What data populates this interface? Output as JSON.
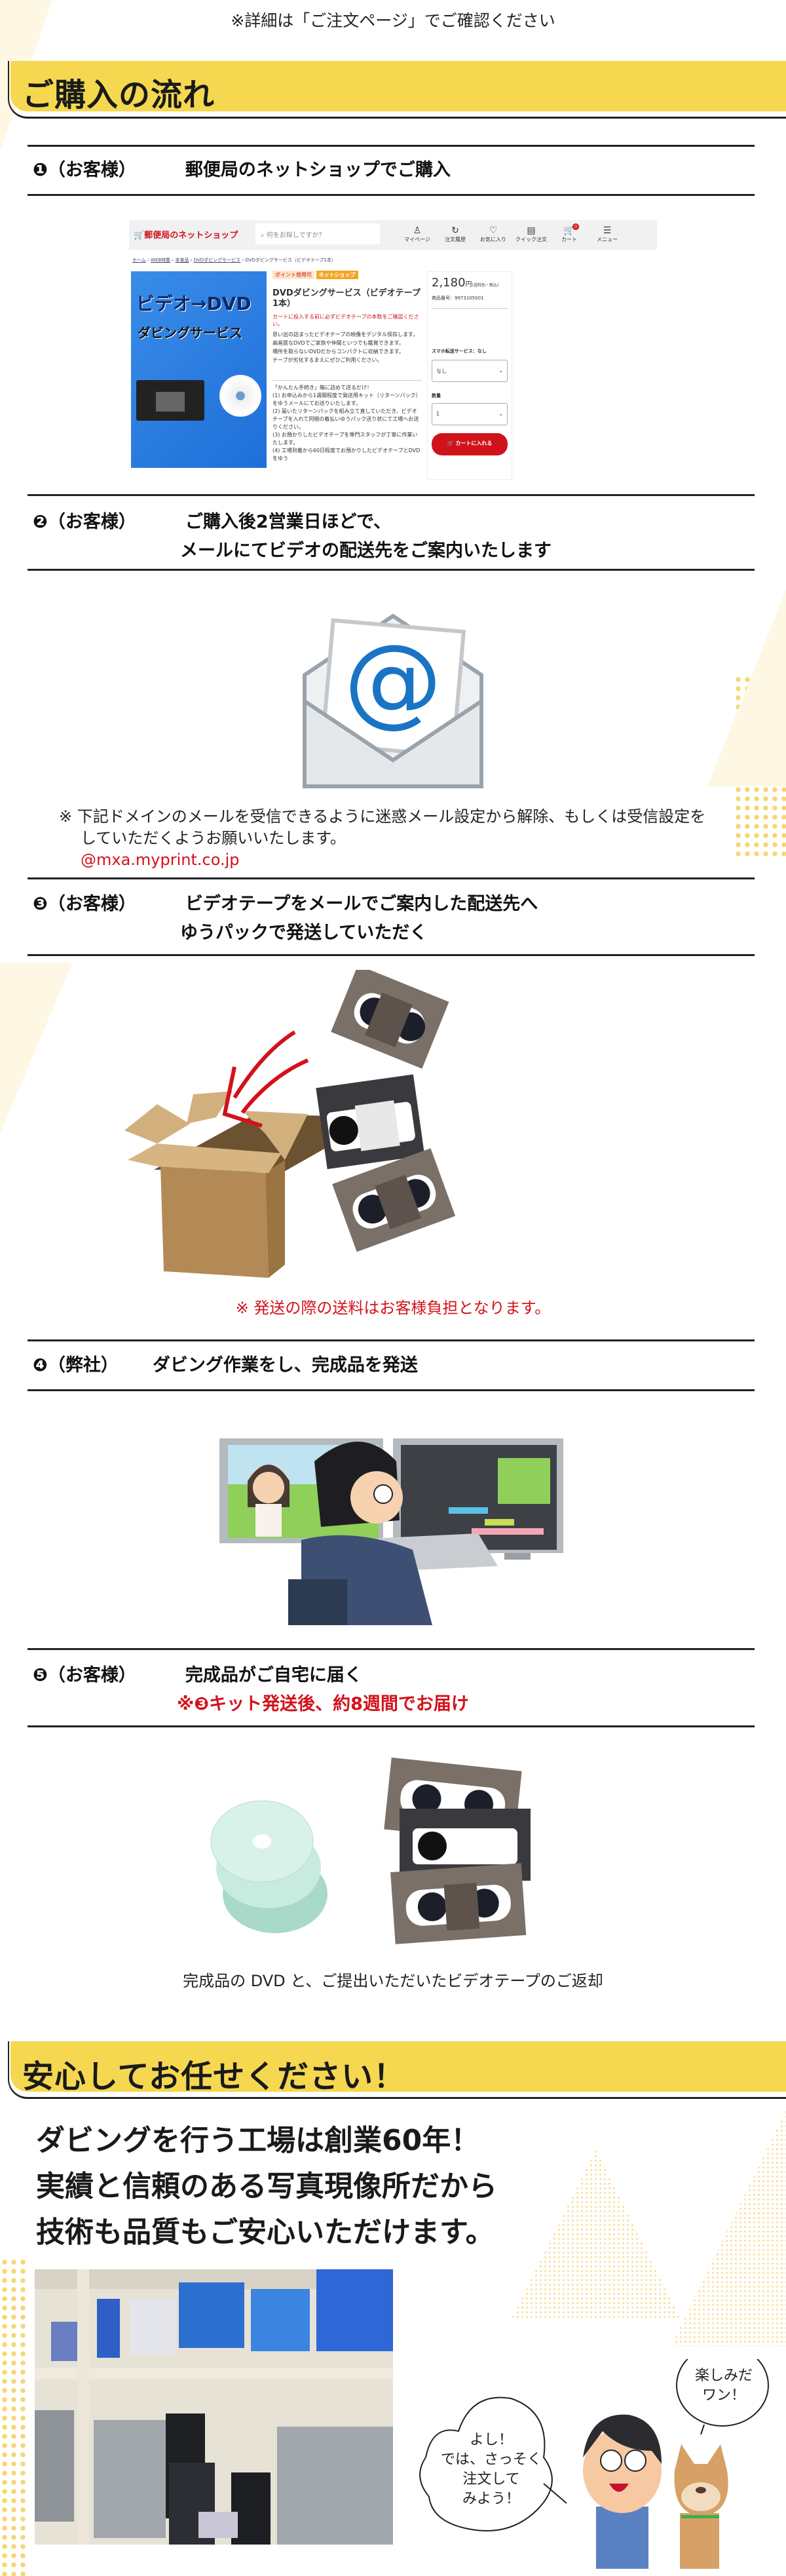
{
  "top_note": "※詳細は「ご注文ページ」でご確認ください",
  "section1": {
    "title": "ご購入の流れ"
  },
  "steps": [
    {
      "num": "❶",
      "who": "（お客様）",
      "lines": [
        "郵便局のネットショップでご購入"
      ]
    },
    {
      "num": "❷",
      "who": "（お客様）",
      "lines": [
        "ご購入後2営業日ほどで、",
        "メールにてビデオの配送先をご案内いたします"
      ]
    },
    {
      "num": "❸",
      "who": "（お客様）",
      "lines": [
        "ビデオテープをメールでご案内した配送先へ",
        "ゆうパックで発送していただく"
      ]
    },
    {
      "num": "❹",
      "who": "（弊社）",
      "lines": [
        "ダビング作業をし、完成品を発送"
      ]
    },
    {
      "num": "❺",
      "who": "（お客様）",
      "lines": [
        "完成品がご自宅に届く",
        "※❸キット発送後、約8週間でお届け"
      ]
    }
  ],
  "shop": {
    "logo": "郵便局のネットショップ",
    "search_placeholder": "何をお探しですか？",
    "nav": [
      "マイページ",
      "注文履歴",
      "お気に入り",
      "クイック注文",
      "カート",
      "メニュー"
    ],
    "cart_count": "0",
    "breadcrumb": [
      "ホーム",
      "WEB特集",
      "非食品",
      "DVDダビングサービス",
      "DVDダビングサービス（ビデオテープ1本）"
    ],
    "hero_title": "ビデオ→DVD",
    "hero_sub": "ダビングサービス",
    "badges": [
      "ポイント使用可",
      "ネットショップ"
    ],
    "product_title": "DVDダビングサービス（ビデオテープ1本）",
    "warning": "カートに投入する前に必ずビデオテープの本数をご確認ください。",
    "desc": [
      "思い出の詰まったビデオテープの映像をデジタル保存します。",
      "高画質なDVDでご家族や仲間といつでも鑑賞できます。",
      "場所を取らないDVDだからコンパクトに収納できます。",
      "テープが劣化するまえにぜひご利用ください。"
    ],
    "steps": [
      "「かんたん手続き」箱に詰めて送るだけ！",
      "(1) お申込みから1週間程度で発送用キット（リターンパック）をゆうメールにてお送りいたします。",
      "(2) 届いたリターンパックを組み立て直していただき、ビデオテープを入れて同梱の着払いゆうパック送り状にて工場へお送りください。",
      "(3) お預かりしたビデオテープを専門スタッフが丁寧に作業いたします。",
      "(4) 工場到着から60日程度でお預かりしたビデオテープとDVDをゆう"
    ],
    "price": "2,180",
    "price_unit": "円",
    "price_note": "(送料別・税込)",
    "product_no": "商品番号：9973105001",
    "option_label": "スマホ転送サービス：なし",
    "option_value": "なし",
    "qty_label": "数量",
    "qty_value": "1",
    "cart_button": "カートに入れる"
  },
  "mail_note": [
    "※ 下記ドメインのメールを受信できるように迷惑メール設定から解除、もしくは受信設定を",
    "していただくようお願いいたします。"
  ],
  "mail_domain": "@mxa.myprint.co.jp",
  "shipping_note": "※ 発送の際の送料はお客様負担となります。",
  "return_caption": "完成品の DVD と、ご提出いただいたビデオテープのご返却",
  "section2": {
    "title": "安心してお任せください！",
    "lines": [
      "ダビングを行う工場は創業60年！",
      "実績と信頼のある写真現像所だから",
      "技術も品質もご安心いただけます。"
    ]
  },
  "bubbles": {
    "man": [
      "よし！",
      "では、さっそく",
      "注文して",
      "みよう！"
    ],
    "dog": [
      "楽しみだ",
      "ワン！"
    ]
  },
  "colors": {
    "accent_yellow": "#f5d850",
    "red": "#d4111a",
    "shop_red": "#d0121b"
  }
}
